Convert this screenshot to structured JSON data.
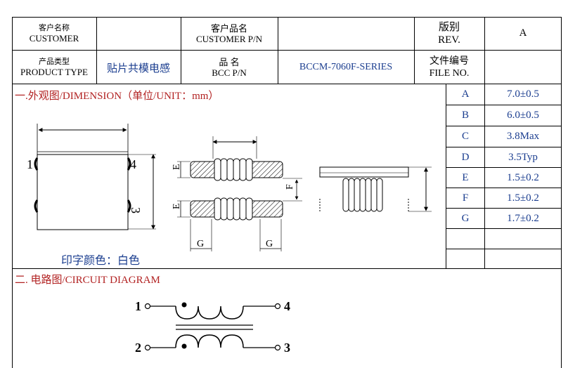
{
  "header": {
    "customer_cn": "客户名称",
    "customer_en": "CUSTOMER",
    "customer_value": "",
    "customer_pn_cn": "客户品名",
    "customer_pn_en": "CUSTOMER P/N",
    "customer_pn_value": "",
    "rev_cn": "版别",
    "rev_en": "REV.",
    "rev_value": "A",
    "product_type_cn": "产品类型",
    "product_type_en": "PRODUCT TYPE",
    "product_type_value": "贴片共模电感",
    "pn_cn": "品 名",
    "pn_en": "BCC P/N",
    "pn_value": "BCCM-7060F-SERIES",
    "file_cn": "文件编号",
    "file_en": "FILE NO.",
    "file_value": ""
  },
  "dimension": {
    "section_title": "一.外观图/DIMENSION（单位/UNIT：mm）",
    "marking_note": "印字颜色：白色",
    "drawing_labels": {
      "pin1": "1",
      "pin4": "4",
      "pin3": "3",
      "e": "E",
      "f": "F",
      "g": "G"
    },
    "specs": [
      {
        "label": "A",
        "value": "7.0±0.5"
      },
      {
        "label": "B",
        "value": "6.0±0.5"
      },
      {
        "label": "C",
        "value": "3.8Max"
      },
      {
        "label": "D",
        "value": "3.5Typ"
      },
      {
        "label": "E",
        "value": "1.5±0.2"
      },
      {
        "label": "F",
        "value": "1.5±0.2"
      },
      {
        "label": "G",
        "value": "1.7±0.2"
      },
      {
        "label": "",
        "value": ""
      },
      {
        "label": "",
        "value": ""
      }
    ]
  },
  "circuit": {
    "section_title": "二. 电路图/CIRCUIT DIAGRAM",
    "pin_1": "1",
    "pin_2": "2",
    "pin_3": "3",
    "pin_4": "4"
  },
  "colors": {
    "text_blue": "#1a3d8f",
    "text_red": "#b22222",
    "line": "#000000"
  }
}
